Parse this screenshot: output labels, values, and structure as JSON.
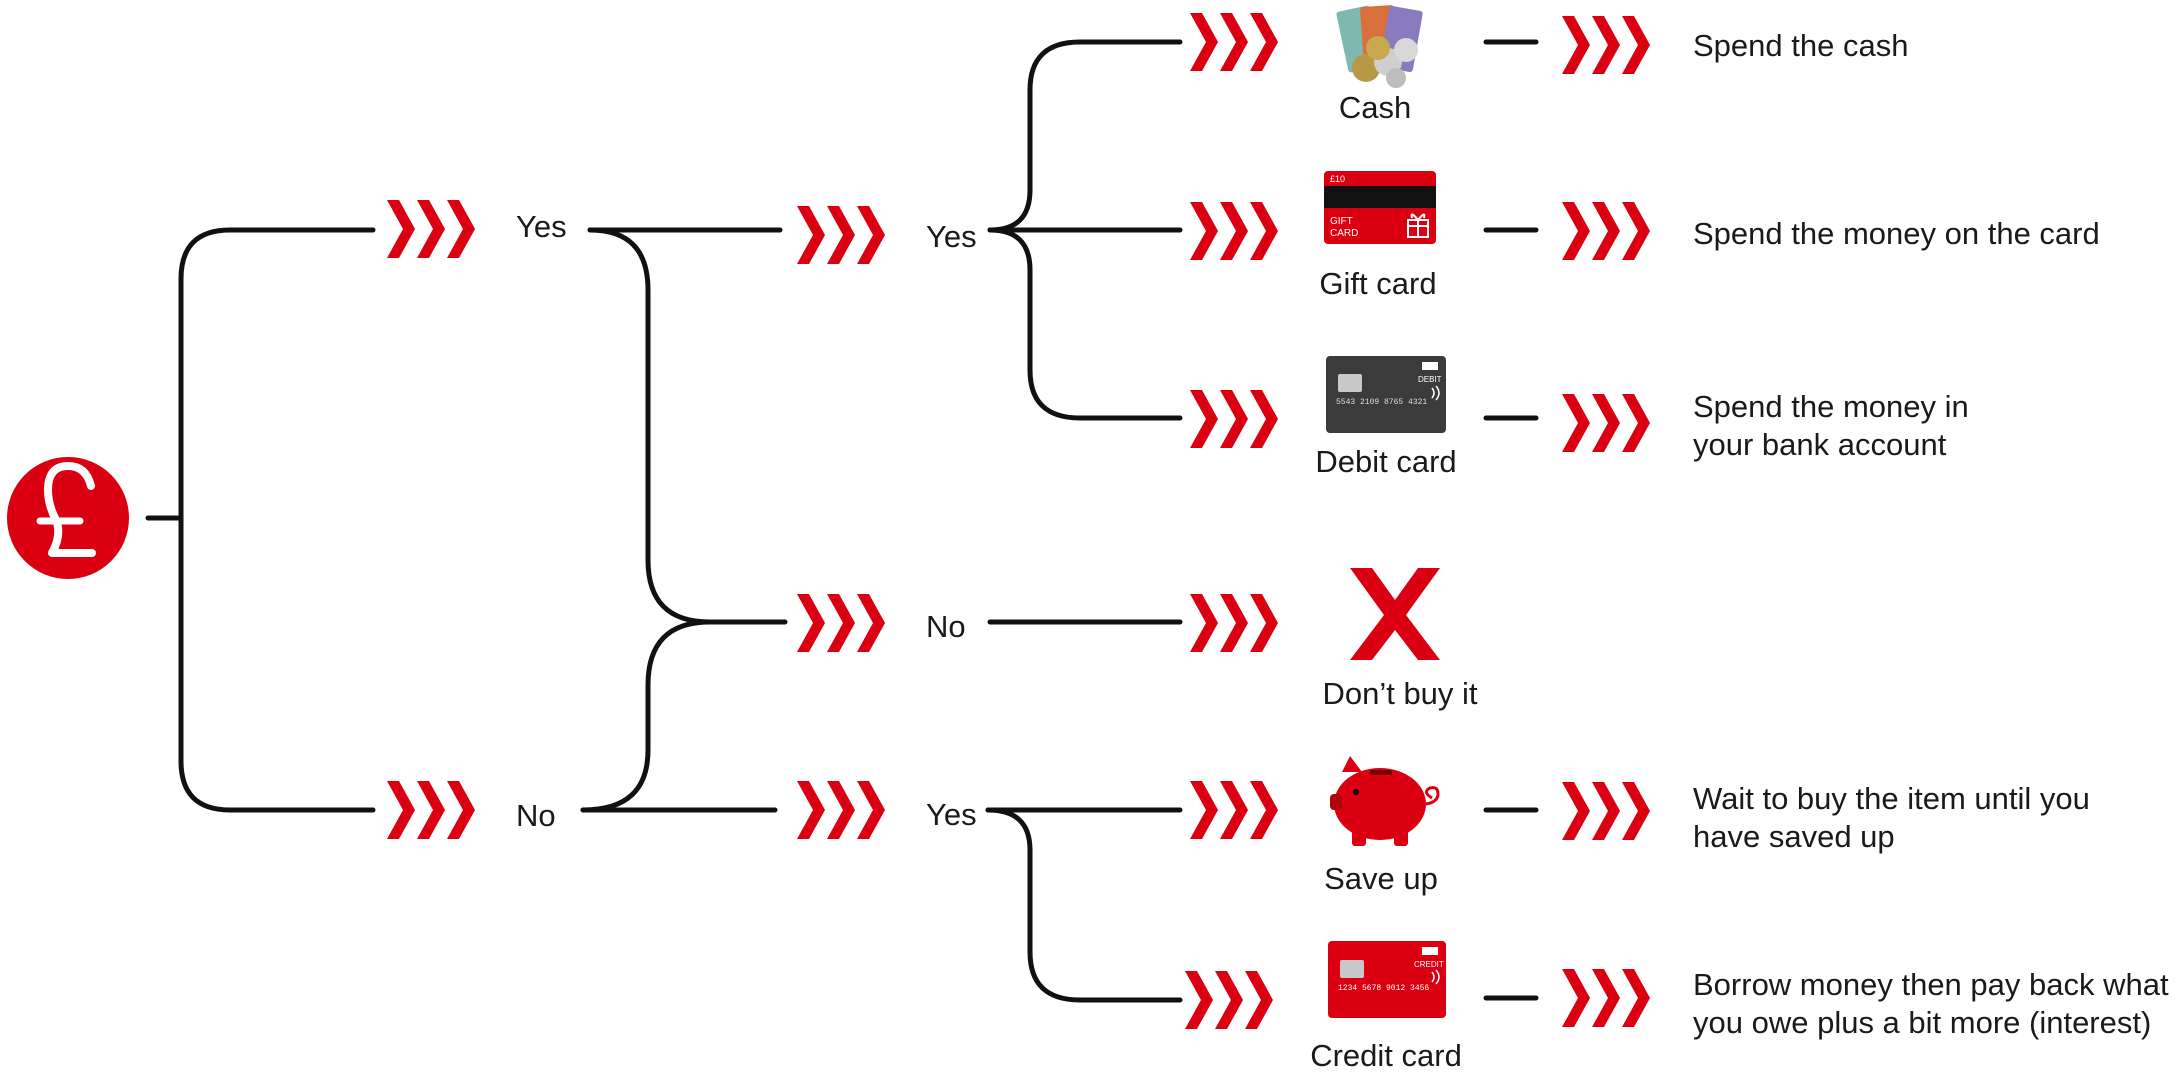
{
  "colors": {
    "accent": "#db0011",
    "line": "#111111",
    "text": "#1a1a1a"
  },
  "root": {
    "icon": "pound-icon"
  },
  "level1": {
    "yes": "Yes",
    "no": "No"
  },
  "level2": {
    "yes_top": "Yes",
    "no_mid": "No",
    "yes_bottom": "Yes"
  },
  "options": [
    {
      "id": "cash",
      "icon": "cash-icon",
      "label": "Cash",
      "result": "Spend the cash"
    },
    {
      "id": "gift",
      "icon": "gift-card-icon",
      "label": "Gift card",
      "result": "Spend the money on the card",
      "card_value": "£10",
      "card_text_1": "GIFT",
      "card_text_2": "CARD"
    },
    {
      "id": "debit",
      "icon": "debit-card-icon",
      "label": "Debit card",
      "result": "Spend the money in your bank account",
      "card_type": "DEBIT",
      "card_number": "5543 2109 8765 4321"
    },
    {
      "id": "dont",
      "icon": "cross-icon",
      "label": "Don’t buy it",
      "result": ""
    },
    {
      "id": "save",
      "icon": "piggy-bank-icon",
      "label": "Save up",
      "result": "Wait to buy the item until you have saved up"
    },
    {
      "id": "credit",
      "icon": "credit-card-icon",
      "label": "Credit card",
      "result": "Borrow money then pay back what you owe plus a bit more (interest)",
      "card_type": "CREDIT",
      "card_number": "1234 5678 9012 3456"
    }
  ]
}
